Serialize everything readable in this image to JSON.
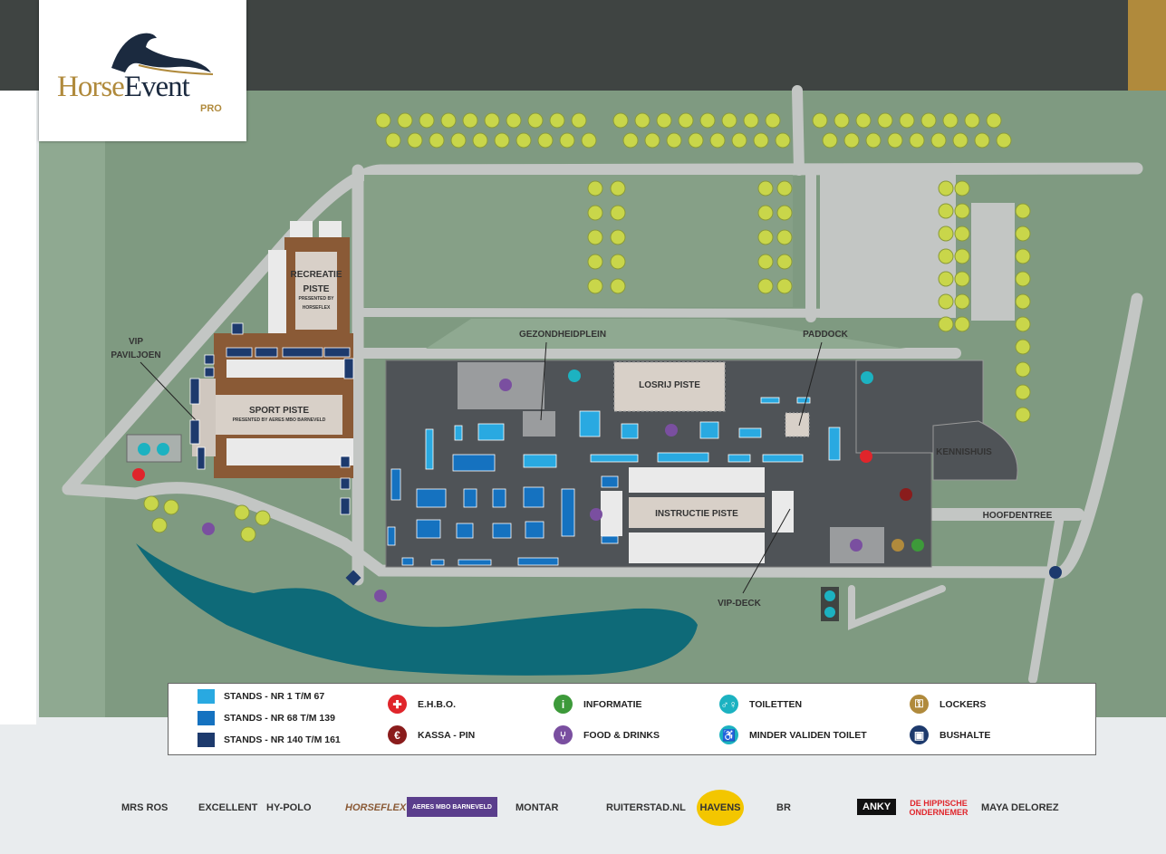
{
  "brand": {
    "name_part1": "Horse",
    "name_part2": "Event",
    "sub": "PRO"
  },
  "colors": {
    "grass": "#7f9a81",
    "road": "#c3c6c4",
    "water": "#0e6a78",
    "hall": "#4f5357",
    "stand_light": "#29a9e1",
    "stand_mid": "#1572c0",
    "stand_dark": "#1d3a6d",
    "gold": "#b08a3c"
  },
  "map_labels": {
    "recreatie": [
      "RECREATIE",
      "PISTE"
    ],
    "recreatie_sub": [
      "PRESENTED BY",
      "HORSEFLEX"
    ],
    "sport": "SPORT PISTE",
    "sport_sub": "PRESENTED BY AERES MBO BARNEVELD",
    "vip": [
      "VIP",
      "PAVILJOEN"
    ],
    "gezondheidplein": "GEZONDHEIDPLEIN",
    "paddock": "PADDOCK",
    "losrij": "LOSRIJ PISTE",
    "instructie": "INSTRUCTIE PISTE",
    "kennishuis": "KENNISHUIS",
    "hoofdentree": "HOOFDENTREE",
    "vipdeck": "VIP-DECK"
  },
  "legend": {
    "stands": [
      {
        "label": "STANDS - NR 1 T/M 67",
        "color": "#29a9e1"
      },
      {
        "label": "STANDS - NR 68 T/M 139",
        "color": "#1572c0"
      },
      {
        "label": "STANDS - NR 140 T/M 161",
        "color": "#1d3a6d"
      }
    ],
    "items": [
      {
        "label": "E.H.B.O.",
        "icon": "first-aid-icon",
        "glyph": "✚",
        "color": "#e0252b"
      },
      {
        "label": "KASSA - PIN",
        "icon": "euro-icon",
        "glyph": "€",
        "color": "#8a1c1c"
      },
      {
        "label": "INFORMATIE",
        "icon": "info-icon",
        "glyph": "i",
        "color": "#3d9a3a"
      },
      {
        "label": "FOOD & DRINKS",
        "icon": "cutlery-icon",
        "glyph": "⑂",
        "color": "#7a4fa0"
      },
      {
        "label": "TOILETTEN",
        "icon": "toilet-icon",
        "glyph": "♂♀",
        "color": "#1cb2c1"
      },
      {
        "label": "MINDER VALIDEN TOILET",
        "icon": "wheelchair-icon",
        "glyph": "♿",
        "color": "#1cb2c1"
      },
      {
        "label": "LOCKERS",
        "icon": "lock-icon",
        "glyph": "⚿",
        "color": "#b08a3c"
      },
      {
        "label": "BUSHALTE",
        "icon": "bus-icon",
        "glyph": "▣",
        "color": "#1d3a6d"
      }
    ]
  },
  "sponsors": [
    "MRS ROS",
    "EXCELLENT",
    "HY-POLO",
    "HORSEFLEX",
    "AERES MBO BARNEVELD",
    "MONTAR",
    "RUITERSTAD.NL",
    "HAVENS",
    "BR",
    "ANKY",
    "DE HIPPISCHE ONDERNEMER",
    "MAYA DELOREZ"
  ]
}
